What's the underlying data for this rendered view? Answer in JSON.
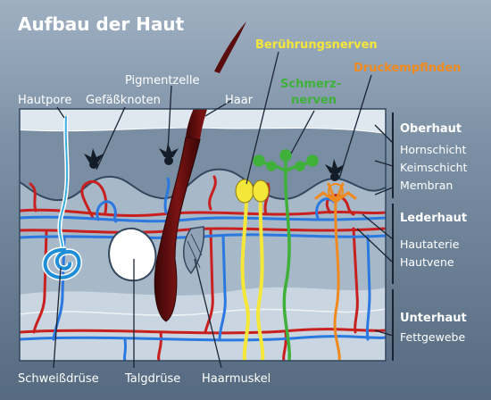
{
  "title": "Aufbau der Haut",
  "labels": {
    "hautpore": "Hautpore",
    "gefaessknoten": "Gefäßknoten",
    "pigmentzelle": "Pigmentzelle",
    "haar": "Haar",
    "beruehrungsnerven": "Berührungsnerven",
    "schmerznerven_1": "Schmerz-",
    "schmerznerven_2": "nerven",
    "druckempfinden": "Druckempfinden",
    "schweissdruese": "Schweißdrüse",
    "talgdruese": "Talgdrüse",
    "haarmuskel": "Haarmuskel"
  },
  "layers": {
    "oberhaut": "Oberhaut",
    "hornschicht": "Hornschicht",
    "keimschicht": "Keimschicht",
    "membran": "Membran",
    "lederhaut": "Lederhaut",
    "hautaterie": "Hautaterie",
    "hautvene": "Hautvene",
    "unterhaut": "Unterhaut",
    "fettgewebe": "Fettgewebe"
  },
  "colors": {
    "beruehrungsnerven": "#f5e63a",
    "schmerznerven": "#3fb13a",
    "druckempfinden": "#f08a1e",
    "artery": "#c8201e",
    "vein": "#2a78e0",
    "hair": "#5a0d0d"
  }
}
